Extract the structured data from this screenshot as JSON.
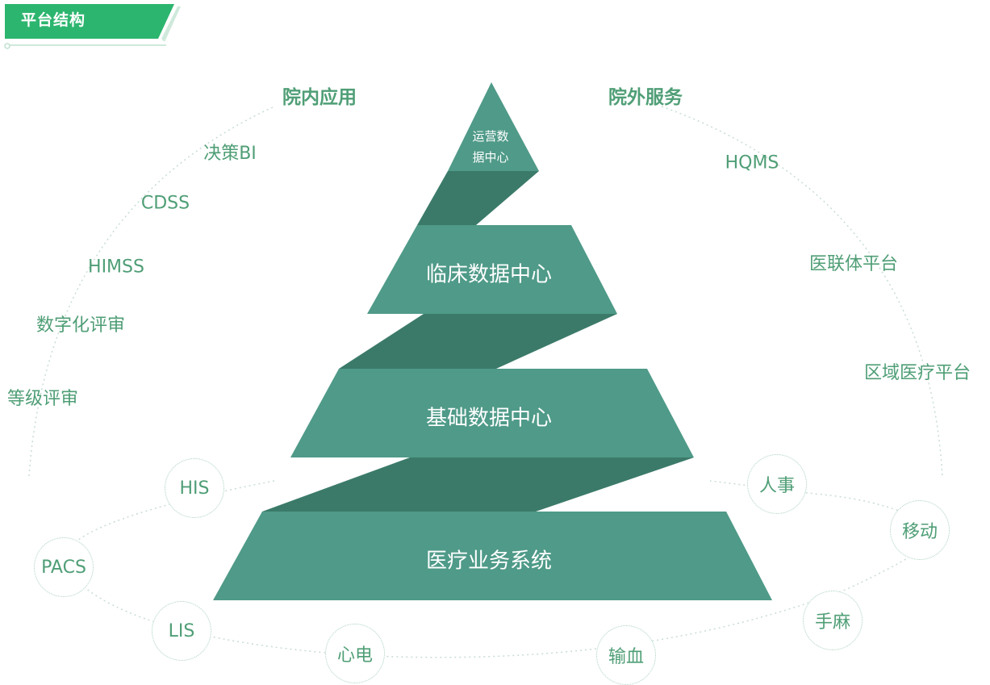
{
  "header": {
    "title": "平台结构"
  },
  "categories": {
    "internal": "院内应用",
    "external": "院外服务"
  },
  "internal_apps": [
    "决策BI",
    "CDSS",
    "HIMSS",
    "数字化评审",
    "等级评审"
  ],
  "external_services": [
    "HQMS",
    "医联体平台",
    "区域医疗平台"
  ],
  "pyramid": {
    "apex_line1": "运营数",
    "apex_line2": "据中心",
    "tiers": [
      "临床数据中心",
      "基础数据中心",
      "医疗业务系统"
    ]
  },
  "systems": [
    "HIS",
    "PACS",
    "LIS",
    "心电",
    "输血",
    "手麻",
    "移动",
    "人事"
  ],
  "colors": {
    "header_green": "#2cb56e",
    "tier_face": "#4f9a88",
    "tier_dark": "#3b7a69",
    "label_green": "#4f9e76"
  }
}
